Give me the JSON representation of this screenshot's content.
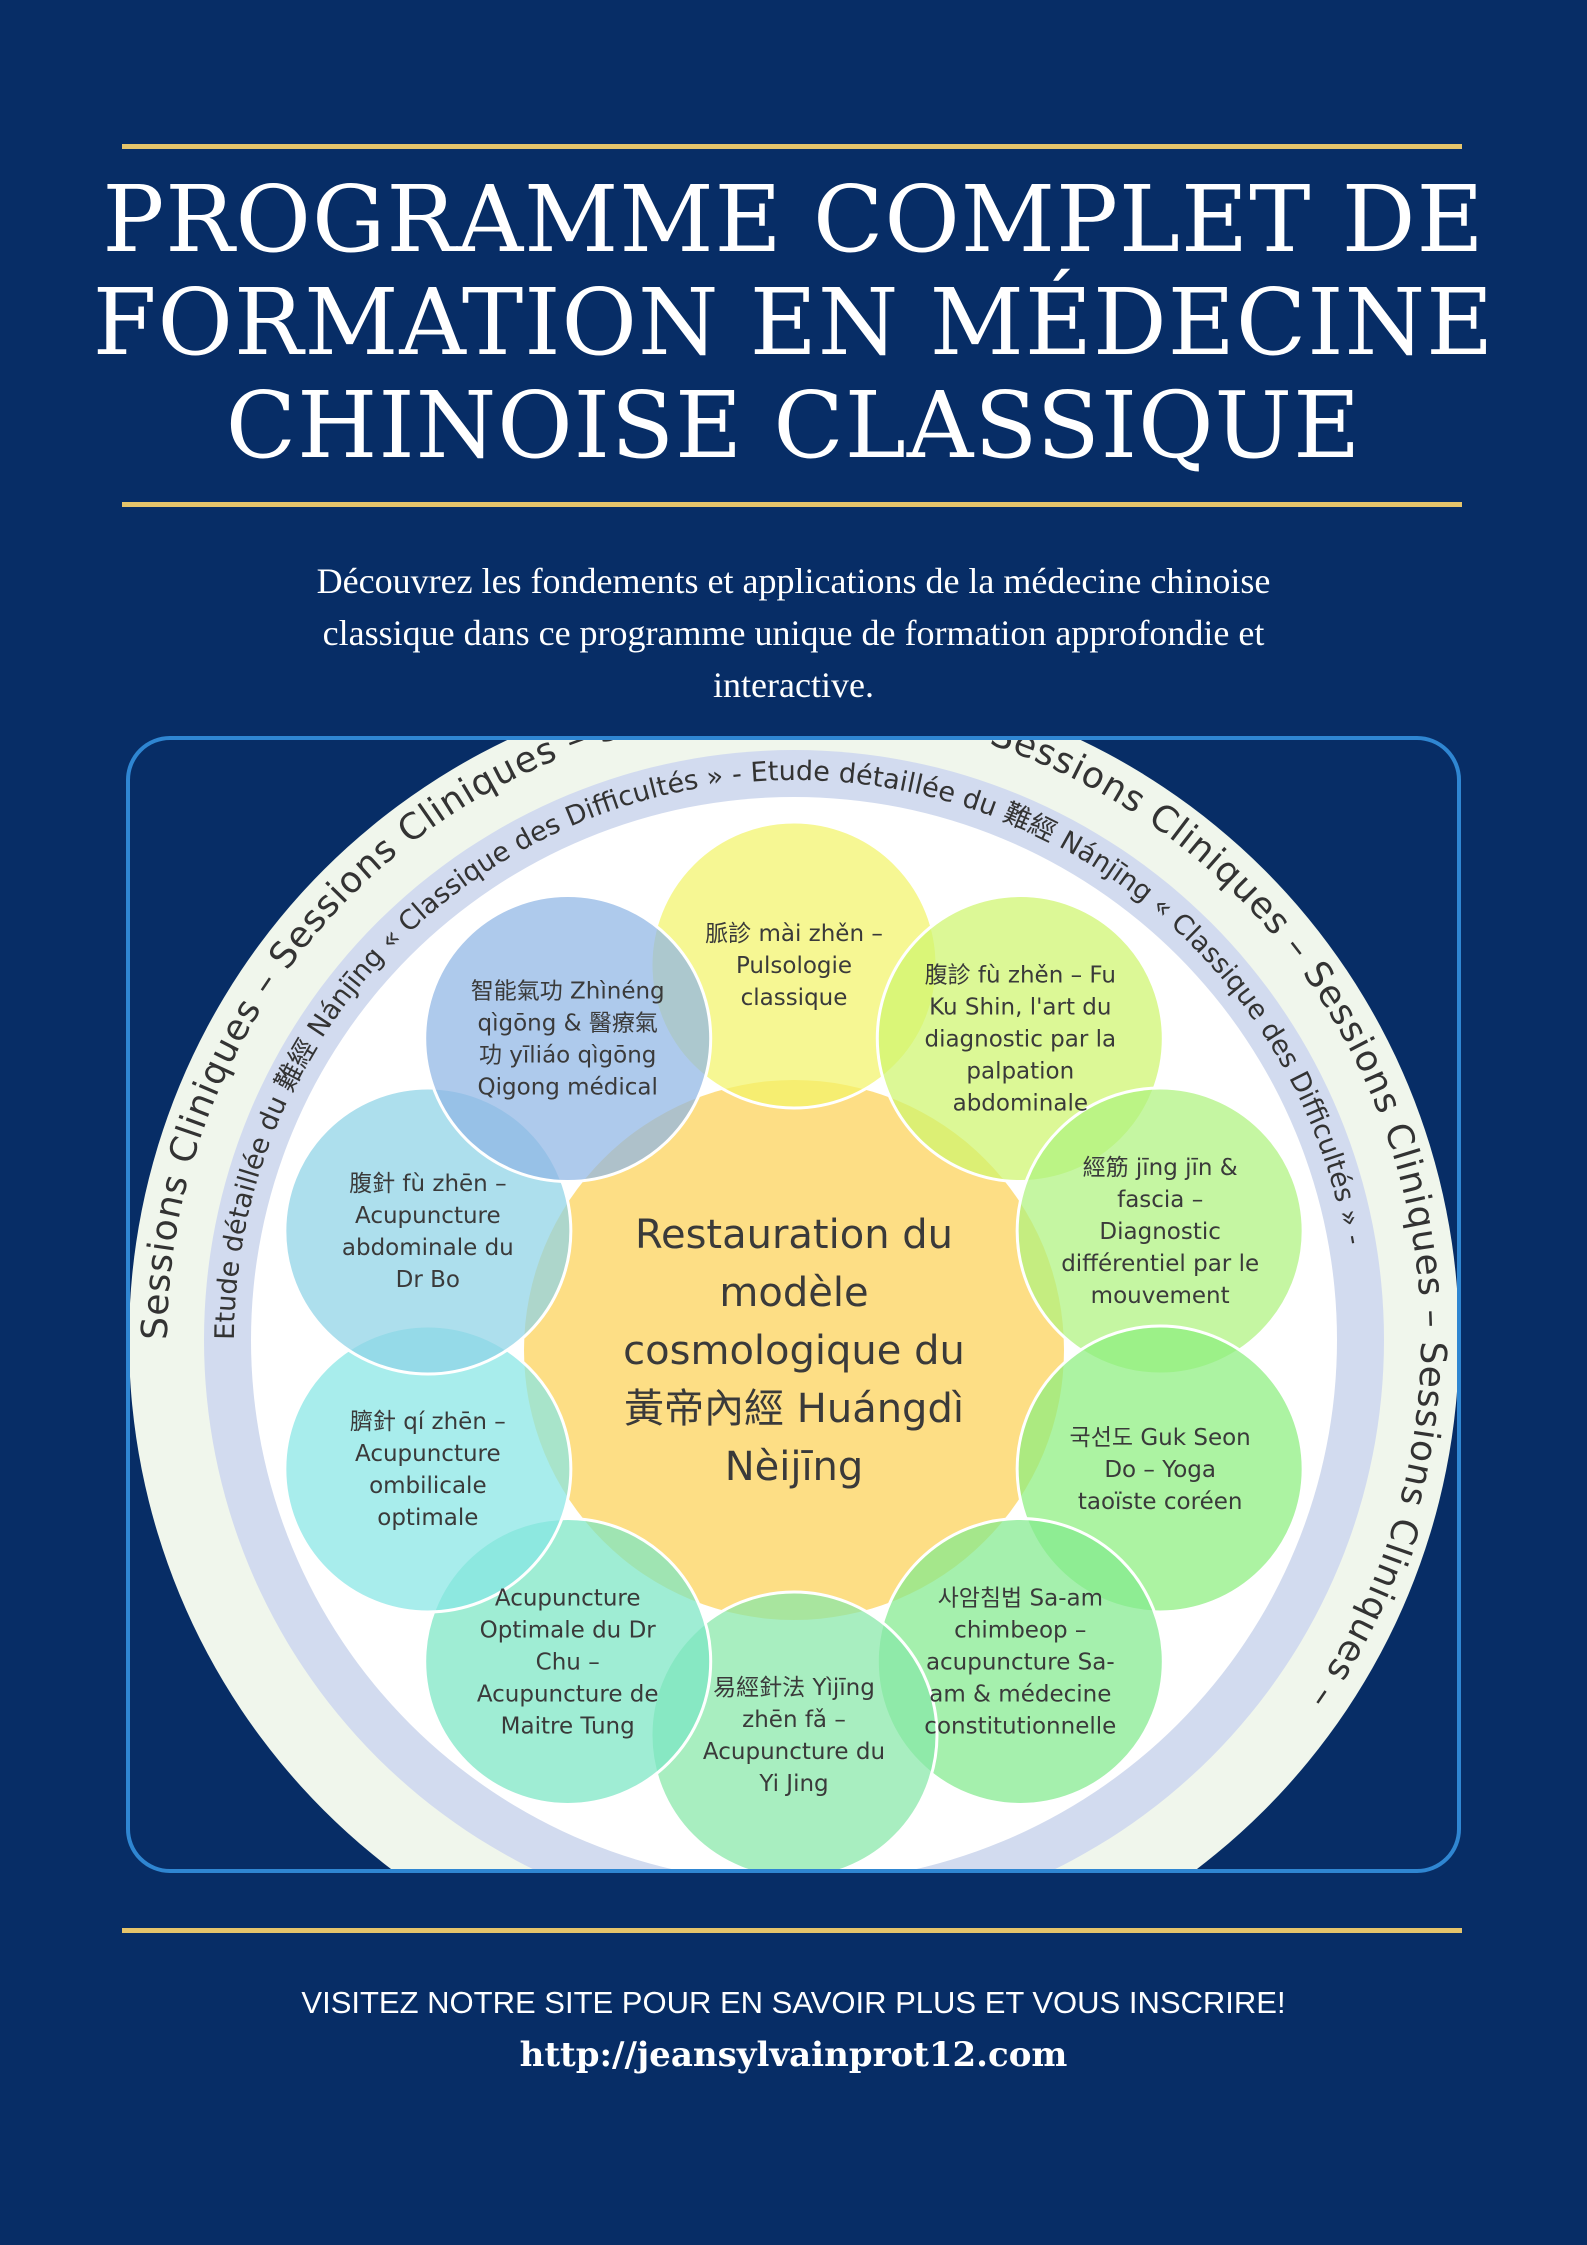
{
  "title": [
    "PROGRAMME COMPLET DE",
    "FORMATION EN MÉDECINE",
    "CHINOISE CLASSIQUE"
  ],
  "subtitle": [
    "Découvrez les fondements et applications de la médecine chinoise",
    "classique dans ce programme unique de formation approfondie et",
    "interactive."
  ],
  "diagram": {
    "outer_ring_text": "Sessions Cliniques  –  Sessions Cliniques  –  Sessions Cliniques  –  Sessions Cliniques  –  Sessions Cliniques  –  Sessions Cliniques  –  ",
    "inner_ring_text": "Etude détaillée du 難經 Nánjīng « Classique des Difficultés » - Etude détaillée du 難經 Nánjīng « Classique des Difficultés » - ",
    "center": {
      "lines": [
        "Restauration du",
        "modèle",
        "cosmologique du",
        "黃帝內經 Huángdì",
        "Nèijīng"
      ],
      "color": "#fddc7e"
    },
    "petals": [
      {
        "lines": [
          "脈診 mài zhěn –",
          "Pulsologie",
          "classique"
        ],
        "color": "#f2f46a"
      },
      {
        "lines": [
          "腹診 fù zhěn – Fu",
          "Ku Shin, l'art du",
          "diagnostic par la",
          "palpation",
          "abdominale"
        ],
        "color": "#cff56e"
      },
      {
        "lines": [
          "經筋 jīng jīn &",
          "fascia –",
          "Diagnostic",
          "différentiel par le",
          "mouvement"
        ],
        "color": "#aef27e"
      },
      {
        "lines": [
          "국선도 Guk Seon",
          "Do – Yoga",
          "taoïste coréen"
        ],
        "color": "#8cef7e"
      },
      {
        "lines": [
          "사암침법 Sa-am",
          "chimbeop –",
          "acupuncture Sa-",
          "am & médecine",
          "constitutionnelle"
        ],
        "color": "#82ea8e"
      },
      {
        "lines": [
          "易經針法 Yìjīng",
          "zhēn fǎ –",
          "Acupuncture du",
          "Yi Jing"
        ],
        "color": "#86e8a8"
      },
      {
        "lines": [
          "Acupuncture",
          "Optimale du Dr",
          "Chu –",
          "Acupuncture de",
          "Maitre Tung"
        ],
        "color": "#7ae6c4"
      },
      {
        "lines": [
          "臍針 qí zhēn –",
          "Acupuncture",
          "ombilicale",
          "optimale"
        ],
        "color": "#86e6e4"
      },
      {
        "lines": [
          "腹針 fù zhēn –",
          "Acupuncture",
          "abdominale du",
          "Dr Bo"
        ],
        "color": "#8ed2e6"
      },
      {
        "lines": [
          "智能氣功 Zhìnéng",
          "qìgōng & 醫療氣",
          "功 yīliáo qìgōng",
          "Qigong médical"
        ],
        "color": "#8fb6e4"
      }
    ]
  },
  "footer": {
    "cta": "VISITEZ NOTRE SITE POUR EN SAVOIR PLUS ET VOUS INSCRIRE!",
    "url": "http://jeansylvainprot12.com"
  },
  "colors": {
    "background": "#072d66",
    "gold": "#e5c46b",
    "card_border": "#2f86d2"
  }
}
